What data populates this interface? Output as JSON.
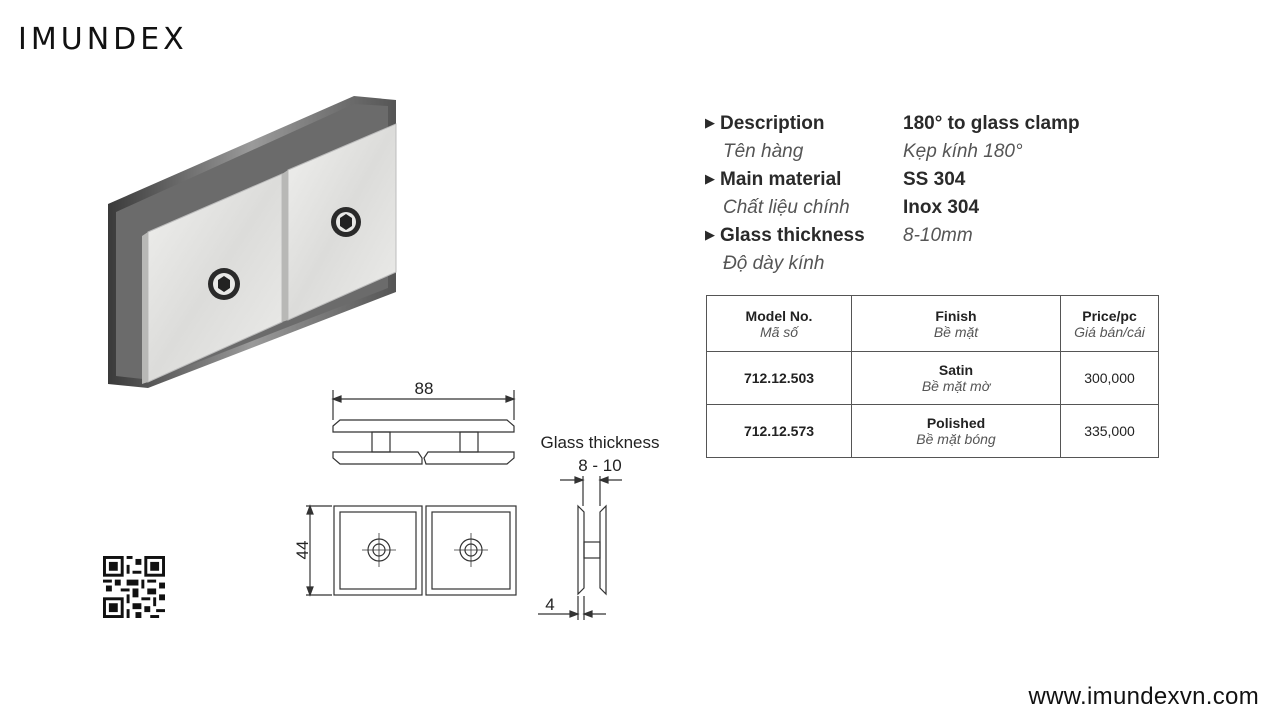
{
  "brand": {
    "logo_text": "IMUNDEX",
    "website": "www.imundexvn.com"
  },
  "specs": [
    {
      "label": "Description",
      "label_vi": "Tên hàng",
      "value": "180° to glass clamp",
      "value_vi": "Kẹp kính 180°"
    },
    {
      "label": "Main material",
      "label_vi": "Chất liệu chính",
      "value": "SS 304",
      "value_vi": "Inox 304"
    },
    {
      "label": "Glass thickness",
      "label_vi": "Độ dày kính",
      "value": "8-10mm"
    }
  ],
  "table": {
    "headers": [
      {
        "main": "Model No.",
        "sub": "Mã số"
      },
      {
        "main": "Finish",
        "sub": "Bề mặt"
      },
      {
        "main": "Price/pc",
        "sub": "Giá bán/cái"
      }
    ],
    "rows": [
      {
        "model": "712.12.503",
        "finish": "Satin",
        "finish_vi": "Bề mặt mờ",
        "price": "300,000"
      },
      {
        "model": "712.12.573",
        "finish": "Polished",
        "finish_vi": "Bề mặt bóng",
        "price": "335,000"
      }
    ]
  },
  "drawing": {
    "width_dim": "88",
    "height_dim": "44",
    "glass_label": "Glass thickness",
    "glass_range": "8 - 10",
    "plate_dim": "4"
  },
  "colors": {
    "text": "#1a1a1a",
    "line": "#333333",
    "metal_light": "#e6e6e4",
    "metal_dark": "#8a8a8a"
  },
  "icons": {
    "bullet": "right-triangle-bullet",
    "qr": "qr-code-icon"
  }
}
